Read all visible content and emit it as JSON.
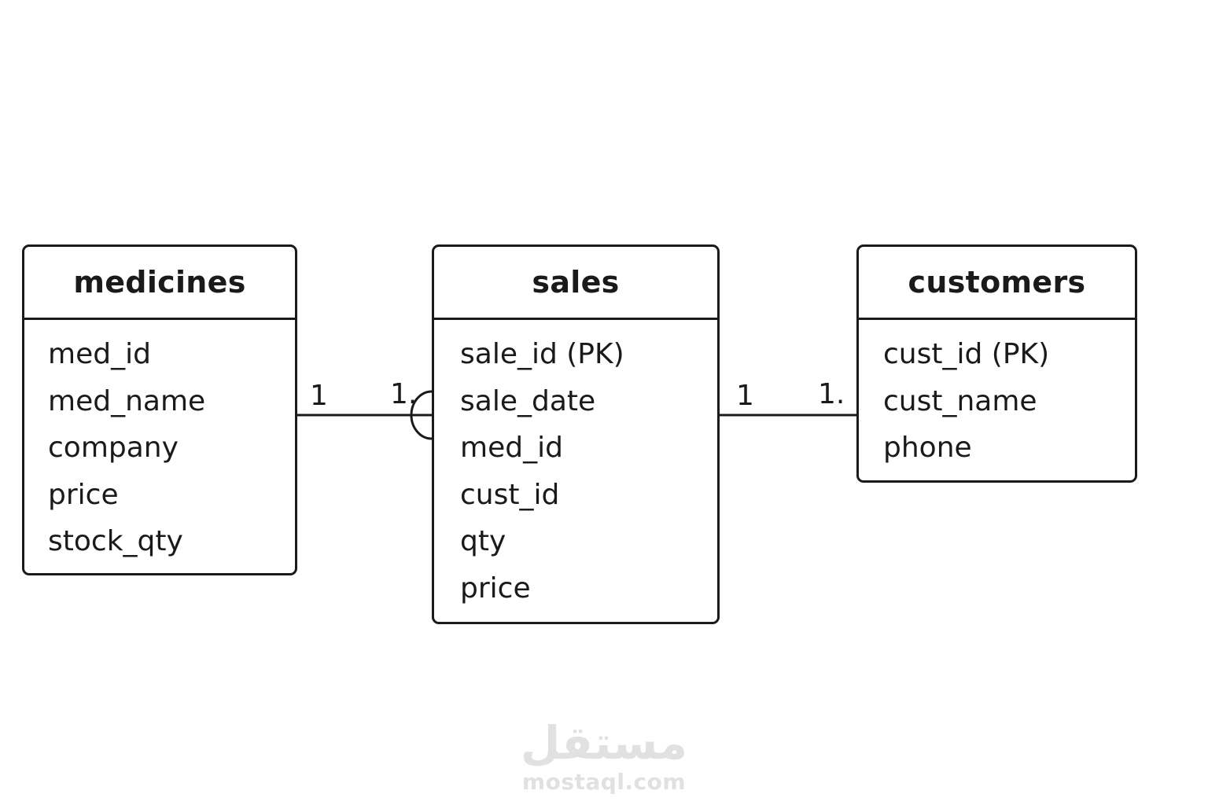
{
  "entities": {
    "medicines": {
      "title": "medicines",
      "fields": [
        "med_id",
        "med_name",
        "company",
        "price",
        "stock_qty"
      ]
    },
    "sales": {
      "title": "sales",
      "fields": [
        "sale_id (PK)",
        "sale_date",
        "med_id",
        "cust_id",
        "qty",
        "price"
      ]
    },
    "customers": {
      "title": "customers",
      "fields": [
        "cust_id (PK)",
        "cust_name",
        "phone"
      ]
    }
  },
  "relationships": [
    {
      "from": "medicines",
      "to": "sales",
      "from_cardinality": "1",
      "to_cardinality": "1."
    },
    {
      "from": "sales",
      "to": "customers",
      "from_cardinality": "1",
      "to_cardinality": "1."
    }
  ],
  "watermark": {
    "logo": "مستقل",
    "url": "mostaql.com"
  },
  "colors": {
    "line": "#1a1a1a",
    "watermark": "#e1e1e1",
    "background": "#ffffff"
  }
}
